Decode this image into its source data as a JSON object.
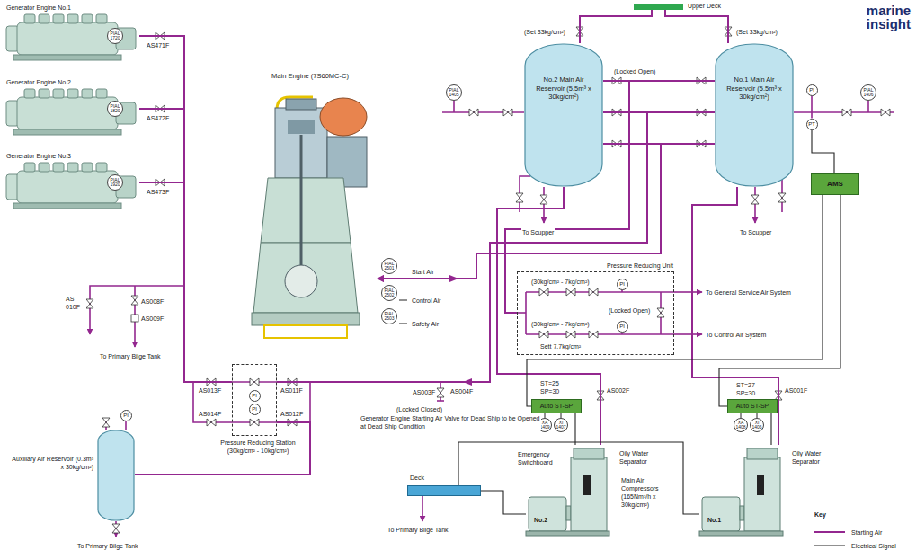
{
  "diagram": {
    "nodes": [
      {
        "text": [
          "Generator Engine No.1"
        ]
      },
      {
        "text": [
          "Generator Engine No.2"
        ]
      },
      {
        "text": [
          "Generator Engine No.3"
        ]
      },
      {
        "text": [
          "Main Engine (7S60MC-C)"
        ]
      },
      {
        "text": [
          "No.2 Main Air Reservoir (5.5m³ x 30kg/cm²)"
        ]
      },
      {
        "text": [
          "No.1 Main Air Reservoir (5.5m³ x 30kg/cm²)"
        ]
      },
      {
        "text": [
          "AMS"
        ]
      },
      {
        "text": [
          "Pressure Reducing Unit"
        ]
      },
      {
        "text": [
          "Pressure Reducing Station (30kg/cm² - 10kg/cm²)"
        ]
      },
      {
        "text": [
          "Auxiliary Air Reservoir (0.3m³ x 30kg/cm²)"
        ]
      },
      {
        "text": [
          "Auto ST-SP"
        ]
      },
      {
        "text": [
          "Auto ST-SP"
        ]
      },
      {
        "text": [
          "No.2"
        ]
      },
      {
        "text": [
          "No.1"
        ]
      },
      {
        "text": [
          "Emergency Switchboard"
        ]
      },
      {
        "text": [
          "Upper Deck"
        ]
      },
      {
        "text": [
          "PIAL 1720"
        ],
        "in": 0
      },
      {
        "text": [
          "PIAL 1820"
        ],
        "in": 1
      },
      {
        "text": [
          "PIAL 1920"
        ],
        "in": 2
      },
      {
        "text": [
          "PIAL 2501"
        ]
      },
      {
        "text": [
          "PIAL 2502"
        ]
      },
      {
        "text": [
          "PIAL 2503"
        ]
      },
      {
        "text": [
          "PIAL 1405"
        ]
      },
      {
        "text": [
          "PI"
        ]
      },
      {
        "text": [
          "PIAL 1406"
        ]
      },
      {
        "text": [
          "PT"
        ]
      },
      {
        "text": [
          "PI"
        ],
        "in": 8
      },
      {
        "text": [
          "PI"
        ],
        "in": 8
      },
      {
        "text": [
          "PI"
        ]
      },
      {
        "text": [
          "PI"
        ],
        "in": 7
      },
      {
        "text": [
          "PI"
        ],
        "in": 7
      },
      {
        "text": [
          "XA 1409"
        ]
      },
      {
        "text": [
          "XI 1407"
        ]
      },
      {
        "text": [
          "XA 1408"
        ]
      },
      {
        "text": [
          "XI 1406"
        ]
      }
    ],
    "edges": [
      {
        "from": 4,
        "to": 15,
        "arrow": "none"
      },
      {
        "from": 5,
        "to": 15,
        "arrow": "none"
      },
      {
        "from": 4,
        "to": 3,
        "arrow": "to"
      },
      {
        "from": 5,
        "to": 3,
        "arrow": "to"
      },
      {
        "from": 4,
        "to": 7,
        "arrow": "none"
      },
      {
        "from": 5,
        "to": 7,
        "arrow": "none"
      },
      {
        "from": 4,
        "to": 8,
        "arrow": "none"
      },
      {
        "from": 5,
        "to": 8,
        "arrow": "none"
      },
      {
        "from": 9,
        "to": 8,
        "arrow": "none"
      },
      {
        "from": 8,
        "to": 0,
        "arrow": "none"
      },
      {
        "from": 8,
        "to": 1,
        "arrow": "none"
      },
      {
        "from": 8,
        "to": 2,
        "arrow": "none"
      },
      {
        "from": 12,
        "to": 4,
        "arrow": "none"
      },
      {
        "from": 13,
        "to": 5,
        "arrow": "none"
      },
      {
        "from": 25,
        "to": 6,
        "arrow": "none"
      },
      {
        "from": 6,
        "to": 10,
        "arrow": "none"
      },
      {
        "from": 6,
        "to": 11,
        "arrow": "none"
      },
      {
        "from": 10,
        "to": 12,
        "arrow": "none"
      },
      {
        "from": 11,
        "to": 13,
        "arrow": "none"
      },
      {
        "from": 14,
        "to": 12,
        "arrow": "none"
      },
      {
        "from": 14,
        "to": 13,
        "arrow": "none"
      }
    ],
    "labels": [
      "(Set 33kg/cm²)",
      "(Set 33kg/cm²)",
      "(Locked Open)",
      "To Scupper",
      "To Scupper",
      "AS471F",
      "AS472F",
      "AS473F",
      "Start Air",
      "Control Air",
      "Safety Air",
      "AS 010F",
      "AS008F",
      "AS009F",
      "To Primary Bilge Tank",
      "AS013F",
      "AS011F",
      "AS014F",
      "AS012F",
      "To Primary Bilge Tank",
      "AS004F",
      "AS003F",
      "(Locked Closed)",
      "Generator Engine Starting Air Valve for Dead Ship to be Opened at Dead Ship Condition",
      "(30kg/cm² - 7kg/cm²)",
      "(30kg/cm² - 7kg/cm²)",
      "(Locked Open)",
      "Sett 7.7kg/cm²",
      "To General Service Air System",
      "To Control Air System",
      "ST=25",
      "SP=30",
      "ST=27",
      "SP=30",
      "AS002F",
      "AS001F",
      "Oily Water Separator",
      "Oily Water Separator",
      "Main Air Compressors (165Nm³/h x 30kg/cm²)",
      "Deck",
      "To Primary Bilge Tank",
      "Key",
      "marine insight"
    ],
    "legend": [
      {
        "text": "Starting Air"
      },
      {
        "text": "Electrical Signal"
      }
    ]
  }
}
